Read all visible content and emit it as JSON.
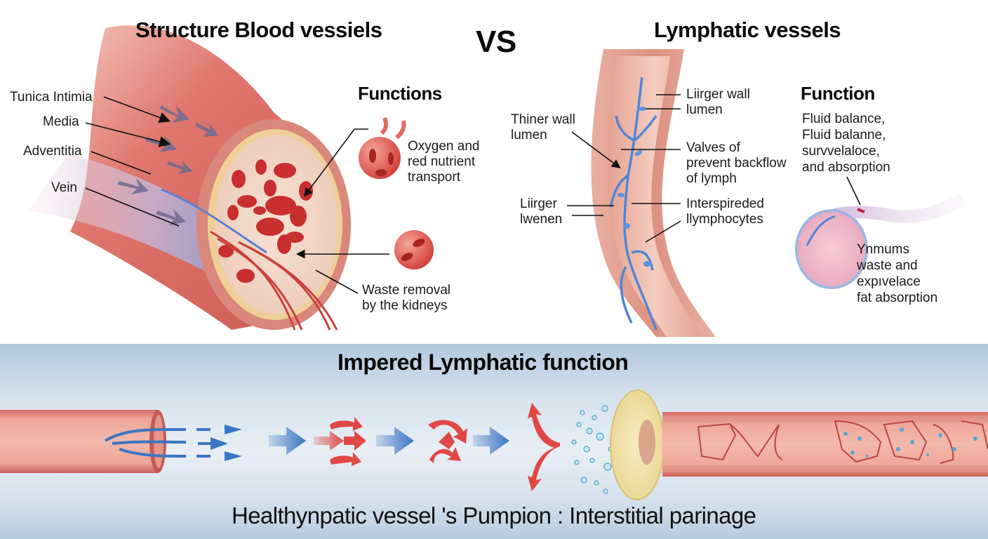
{
  "top": {
    "left_title": "Structure Blood vessiels",
    "vs_label": "VS",
    "right_title": "Lymphatic vessels"
  },
  "blood_vessel": {
    "layer_labels": [
      {
        "id": "tunica-intima",
        "text": "Tunica Intimia"
      },
      {
        "id": "media",
        "text": "Media"
      },
      {
        "id": "adventitia",
        "text": "Adventitia"
      },
      {
        "id": "vein",
        "text": "Vein"
      }
    ],
    "functions_heading": "Functions",
    "functions": [
      {
        "id": "oxygen-transport",
        "text": "Oxygen and\nred nutrient\n transport"
      },
      {
        "id": "waste-removal",
        "text": "Waste removal\nby the kidneys"
      }
    ]
  },
  "lymphatic_vessel": {
    "left_labels": [
      {
        "id": "thinner-wall",
        "text": "Thiner wall\nlumen"
      },
      {
        "id": "larger-lumen",
        "text": "Liirger\nlwenen"
      }
    ],
    "right_labels": [
      {
        "id": "larger-wall",
        "text": "Liirger wall\nlumen"
      },
      {
        "id": "valves",
        "text": "Valves of\nprevent backflow\nof lymph"
      },
      {
        "id": "lymphocytes",
        "text": "Interspireded\nllymphocytes"
      }
    ],
    "function_heading": "Function",
    "function_text": "Fluid balance,\nFluid balanne,\nsurvvelaloce,\nand absorption",
    "lacteal_text": "Ynmums\n waste and\nexpıvelace\n fat absorption"
  },
  "bottom": {
    "heading": "Impered Lymphatic function",
    "caption": "Healthynpatic vessel 's Pumpion : Interstitial parinage"
  },
  "colors": {
    "vessel_red": "#d9605a",
    "vessel_dark": "#b8423d",
    "vessel_light": "#f0b3a8",
    "rbc_red": "#c92f2f",
    "lymph_blue": "#4f86d6",
    "arrow_blue": "#3b76c4",
    "arrow_red": "#e04848",
    "valve_yellow": "#f1e2a6",
    "panel_blue": "#b3c8dd"
  }
}
